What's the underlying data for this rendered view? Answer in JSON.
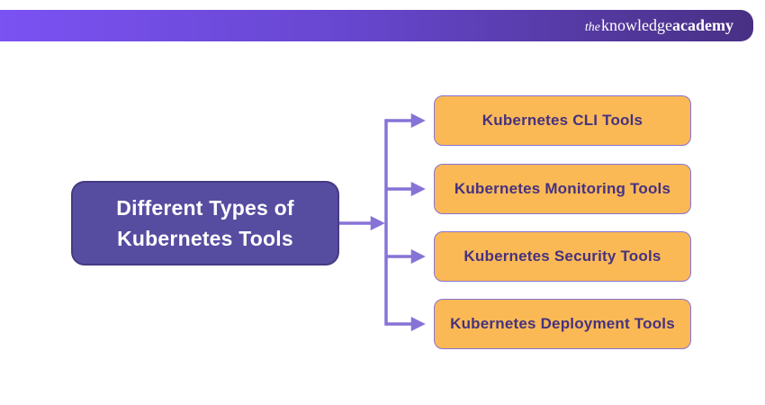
{
  "header": {
    "logo_the": "the",
    "logo_knowledge": "knowledge",
    "logo_academy": "academy"
  },
  "diagram": {
    "root_label_line1": "Different Types of",
    "root_label_line2": "Kubernetes Tools",
    "branches": [
      {
        "label": "Kubernetes CLI Tools"
      },
      {
        "label": "Kubernetes Monitoring Tools"
      },
      {
        "label": "Kubernetes Security Tools"
      },
      {
        "label": "Kubernetes Deployment Tools"
      }
    ]
  },
  "colors": {
    "background": "#FFFFFF",
    "header_gradient_left": "#7B52F3",
    "header_gradient_right": "#483084",
    "root_box_bg": "#564CA0",
    "root_box_text": "#FFFFFF",
    "branch_box_bg": "#FBB955",
    "branch_box_border": "#8672D4",
    "branch_box_text": "#46327F",
    "connector": "#8773D6"
  }
}
